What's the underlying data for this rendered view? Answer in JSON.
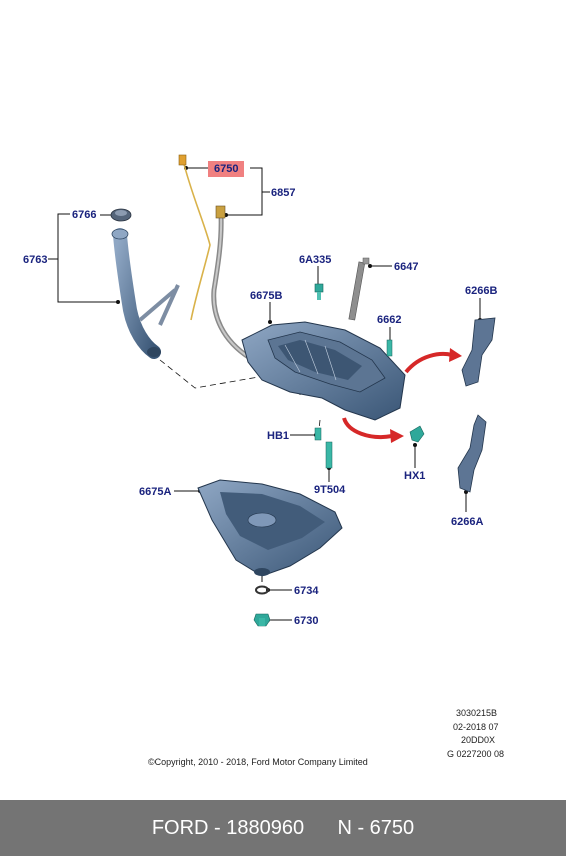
{
  "labels": {
    "l6750": "6750",
    "l6857": "6857",
    "l6766": "6766",
    "l6763": "6763",
    "l6A335": "6A335",
    "l6647": "6647",
    "l6675B": "6675B",
    "l6266B": "6266B",
    "l6662": "6662",
    "lHB1": "HB1",
    "lHX1": "HX1",
    "l9T504": "9T504",
    "l6266A": "6266A",
    "l6675A": "6675A",
    "l6734": "6734",
    "l6730": "6730"
  },
  "meta": {
    "line1": "3030215B",
    "line2": "02-2018 07",
    "line3": "20DD0X",
    "line4": "G 0227200 08"
  },
  "copyright": "©Copyright, 2010 - 2018, Ford Motor Company Limited",
  "footer": {
    "brand_part": "FORD - 1880960",
    "part_ref": "N - 6750"
  },
  "colors": {
    "label_text": "#1a237e",
    "highlight": "#f08080",
    "part_blue": "#4f6f96",
    "part_dark": "#2f4660",
    "accent_teal": "#2fa89a",
    "arrow_red": "#d62828",
    "footer_bg": "#747474"
  }
}
